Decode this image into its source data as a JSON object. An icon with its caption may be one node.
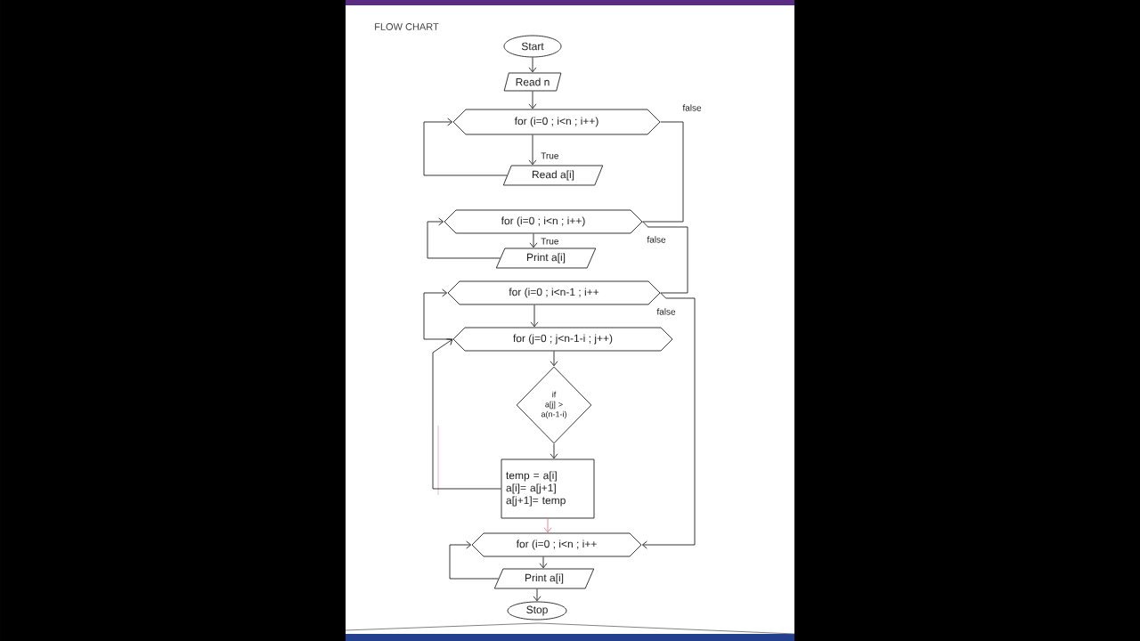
{
  "diagram": {
    "title": "FLOW CHART",
    "nodes": [
      {
        "text": [
          "Start"
        ]
      },
      {
        "text": [
          "Read n"
        ]
      },
      {
        "text": [
          "for (i=0 ; i<n ; i++)"
        ]
      },
      {
        "text": [
          "Read a[i]"
        ]
      },
      {
        "text": [
          "for (i=0 ; i<n ; i++)"
        ]
      },
      {
        "text": [
          "Print a[i]"
        ]
      },
      {
        "text": [
          "for (i=0 ; i<n-1 ; i++"
        ]
      },
      {
        "text": [
          "for (j=0 ; j<n-1-i ; j++)"
        ]
      },
      {
        "text": [
          "if",
          "a[j] > a(n-1-i)"
        ]
      },
      {
        "text": [
          "temp = a[i]",
          "a[i]= a[j+1]",
          "a[j+1]= temp"
        ]
      },
      {
        "text": [
          "for (i=0 ; i<n ; i++"
        ]
      },
      {
        "text": [
          "Print a[i]"
        ]
      },
      {
        "text": [
          "Stop"
        ]
      }
    ],
    "edges": [
      {
        "from": 0,
        "to": 1,
        "arrow": "to"
      },
      {
        "from": 1,
        "to": 2,
        "arrow": "to"
      },
      {
        "from": 2,
        "to": 3,
        "arrow": "to",
        "label": "True"
      },
      {
        "from": 3,
        "to": 2,
        "arrow": "to"
      },
      {
        "from": 2,
        "to": 4,
        "arrow": "none",
        "label": "false"
      },
      {
        "from": 4,
        "to": 5,
        "arrow": "to",
        "label": "True"
      },
      {
        "from": 5,
        "to": 4,
        "arrow": "to"
      },
      {
        "from": 4,
        "to": 6,
        "arrow": "none",
        "label": "false"
      },
      {
        "from": 6,
        "to": 7,
        "arrow": "to"
      },
      {
        "from": 7,
        "to": 8,
        "arrow": "to"
      },
      {
        "from": 8,
        "to": 9,
        "arrow": "to"
      },
      {
        "from": 9,
        "to": 7,
        "arrow": "to"
      },
      {
        "from": 7,
        "to": 6,
        "arrow": "to"
      },
      {
        "from": 6,
        "to": 10,
        "arrow": "to",
        "label": "false"
      },
      {
        "from": 9,
        "to": 10,
        "arrow": "to",
        "color": "#e07a8e"
      },
      {
        "from": 10,
        "to": 11,
        "arrow": "to"
      },
      {
        "from": 11,
        "to": 10,
        "arrow": "to"
      },
      {
        "from": 11,
        "to": 12,
        "arrow": "to"
      }
    ]
  }
}
